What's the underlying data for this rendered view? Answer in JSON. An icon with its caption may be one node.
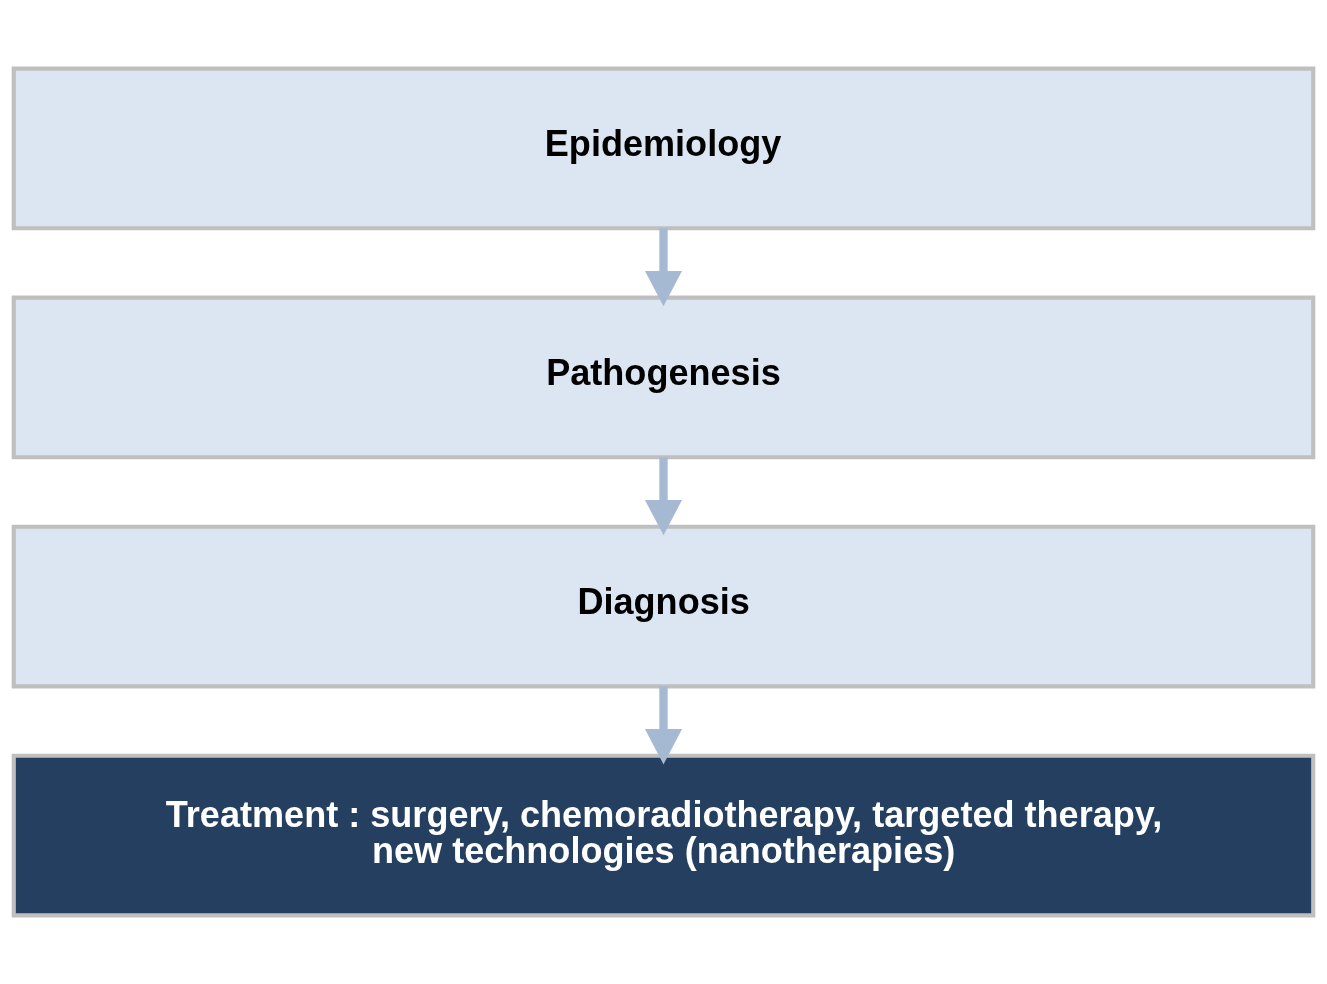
{
  "diagram": {
    "nodes": [
      {
        "text": [
          "Epidemiology"
        ]
      },
      {
        "text": [
          "Pathogenesis"
        ]
      },
      {
        "text": [
          "Diagnosis"
        ]
      },
      {
        "text": [
          "Treatment : surgery, chemoradiotherapy, targeted therapy, new technologies (nanotherapies)"
        ]
      }
    ],
    "edges": [
      {
        "from": 0,
        "to": 1,
        "arrow": "to"
      },
      {
        "from": 1,
        "to": 2,
        "arrow": "to"
      },
      {
        "from": 2,
        "to": 3,
        "arrow": "to"
      }
    ]
  }
}
